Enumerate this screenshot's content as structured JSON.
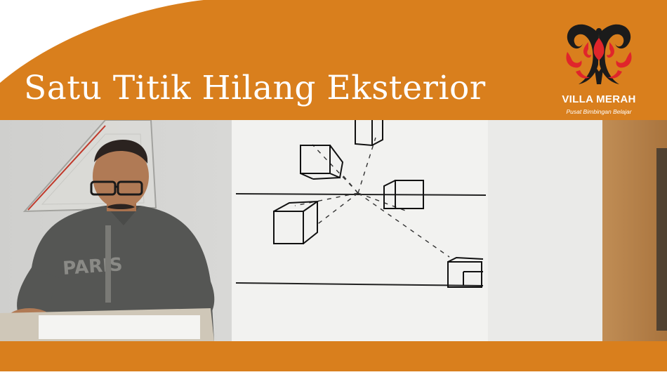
{
  "slide": {
    "title": "Satu Titik Hilang Eksterior",
    "brand": {
      "name": "VILLA MERAH",
      "tagline": "Pusat Bimbingan Belajar"
    },
    "colors": {
      "accent": "#d97f1d",
      "logo_red": "#e0252b",
      "logo_black": "#1b1b1b"
    }
  },
  "video": {
    "scene": "instructor-at-whiteboard-with-perspective-drawing"
  }
}
